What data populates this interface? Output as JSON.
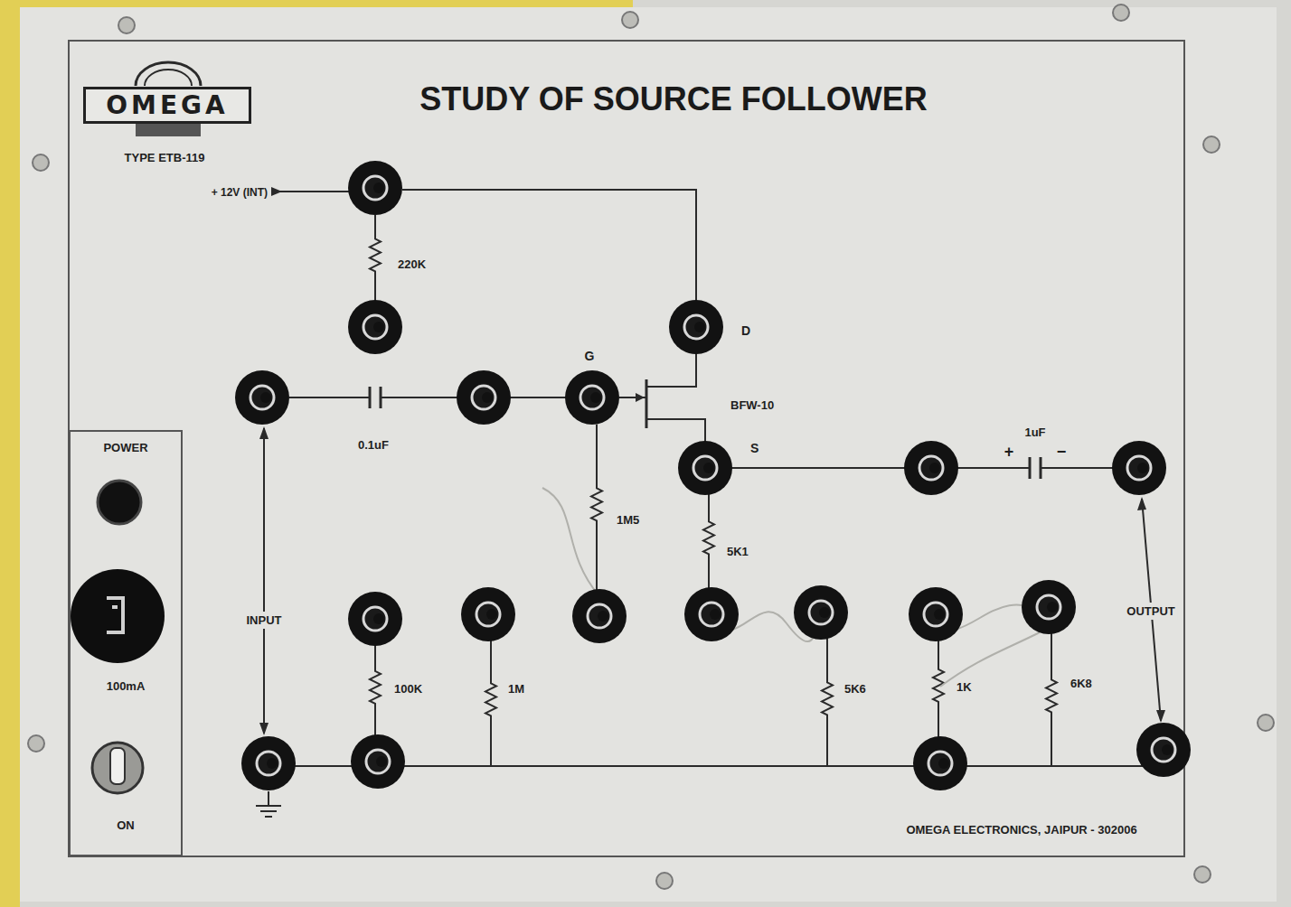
{
  "diagram": {
    "title": "STUDY OF SOURCE FOLLOWER",
    "nodes": [
      {
        "text": [
          "OMEGA"
        ]
      },
      {
        "text": [
          "POWER",
          "100mA",
          "ON"
        ]
      }
    ],
    "labels": [
      "TYPE ETB-119",
      "+ 12V (INT)",
      "220K",
      "D",
      "G",
      "BFW-10",
      "S",
      "0.1uF",
      "1M5",
      "5K1",
      "1uF",
      "+",
      "−",
      "INPUT",
      "100K",
      "1M",
      "5K6",
      "1K",
      "6K8",
      "OUTPUT",
      "OMEGA ELECTRONICS, JAIPUR - 302006"
    ]
  }
}
